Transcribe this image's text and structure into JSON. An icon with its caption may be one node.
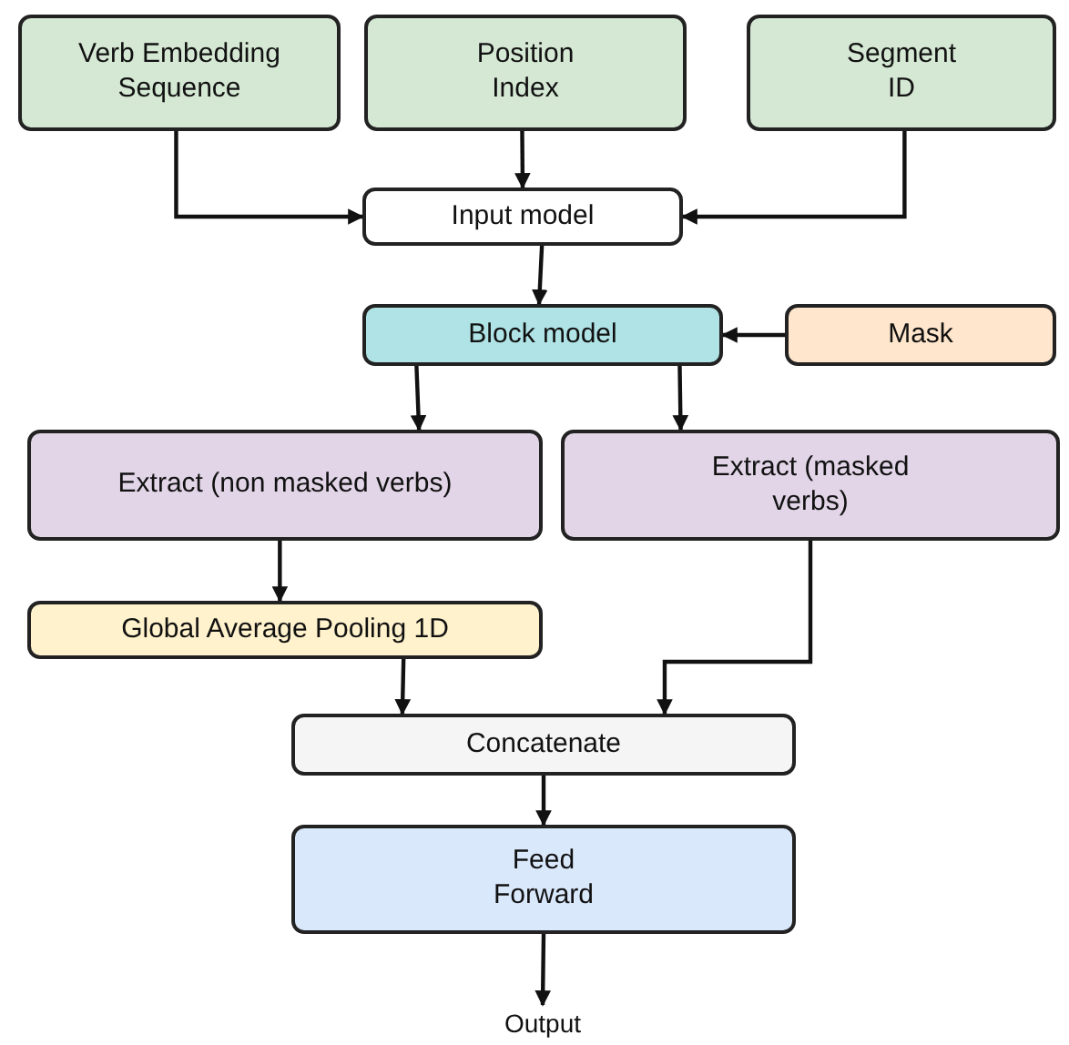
{
  "diagram": {
    "nodes": [
      {
        "text": [
          "Verb Embedding Sequence"
        ]
      },
      {
        "text": [
          "Position Index"
        ]
      },
      {
        "text": [
          "Segment ID"
        ]
      },
      {
        "text": [
          "Input model"
        ]
      },
      {
        "text": [
          "Block model"
        ]
      },
      {
        "text": [
          "Mask"
        ]
      },
      {
        "text": [
          "Extract (non masked verbs)"
        ]
      },
      {
        "text": [
          "Extract (masked verbs)"
        ]
      },
      {
        "text": [
          "Global Average Pooling 1D"
        ]
      },
      {
        "text": [
          "Concatenate"
        ]
      },
      {
        "text": [
          "Feed Forward"
        ]
      },
      {
        "text": [
          "Output"
        ]
      }
    ],
    "edges": [
      {
        "from": 0,
        "to": 3,
        "arrow": "to"
      },
      {
        "from": 1,
        "to": 3,
        "arrow": "to"
      },
      {
        "from": 2,
        "to": 3,
        "arrow": "to"
      },
      {
        "from": 3,
        "to": 4,
        "arrow": "to"
      },
      {
        "from": 5,
        "to": 4,
        "arrow": "to"
      },
      {
        "from": 4,
        "to": 6,
        "arrow": "to"
      },
      {
        "from": 4,
        "to": 7,
        "arrow": "to"
      },
      {
        "from": 6,
        "to": 8,
        "arrow": "to"
      },
      {
        "from": 8,
        "to": 9,
        "arrow": "to"
      },
      {
        "from": 7,
        "to": 9,
        "arrow": "to"
      },
      {
        "from": 9,
        "to": 10,
        "arrow": "to"
      },
      {
        "from": 10,
        "to": 11,
        "arrow": "to"
      }
    ]
  }
}
